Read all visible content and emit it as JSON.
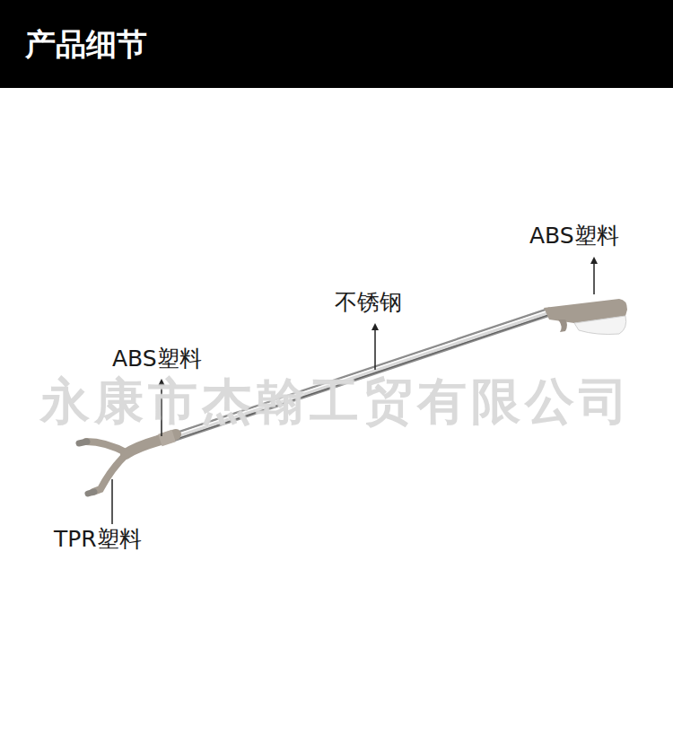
{
  "diagram": {
    "title": "产品细节",
    "labels": [
      "ABS塑料",
      "不锈钢",
      "ABS塑料",
      "TPR塑料",
      "永康市杰翰工贸有限公司"
    ]
  }
}
